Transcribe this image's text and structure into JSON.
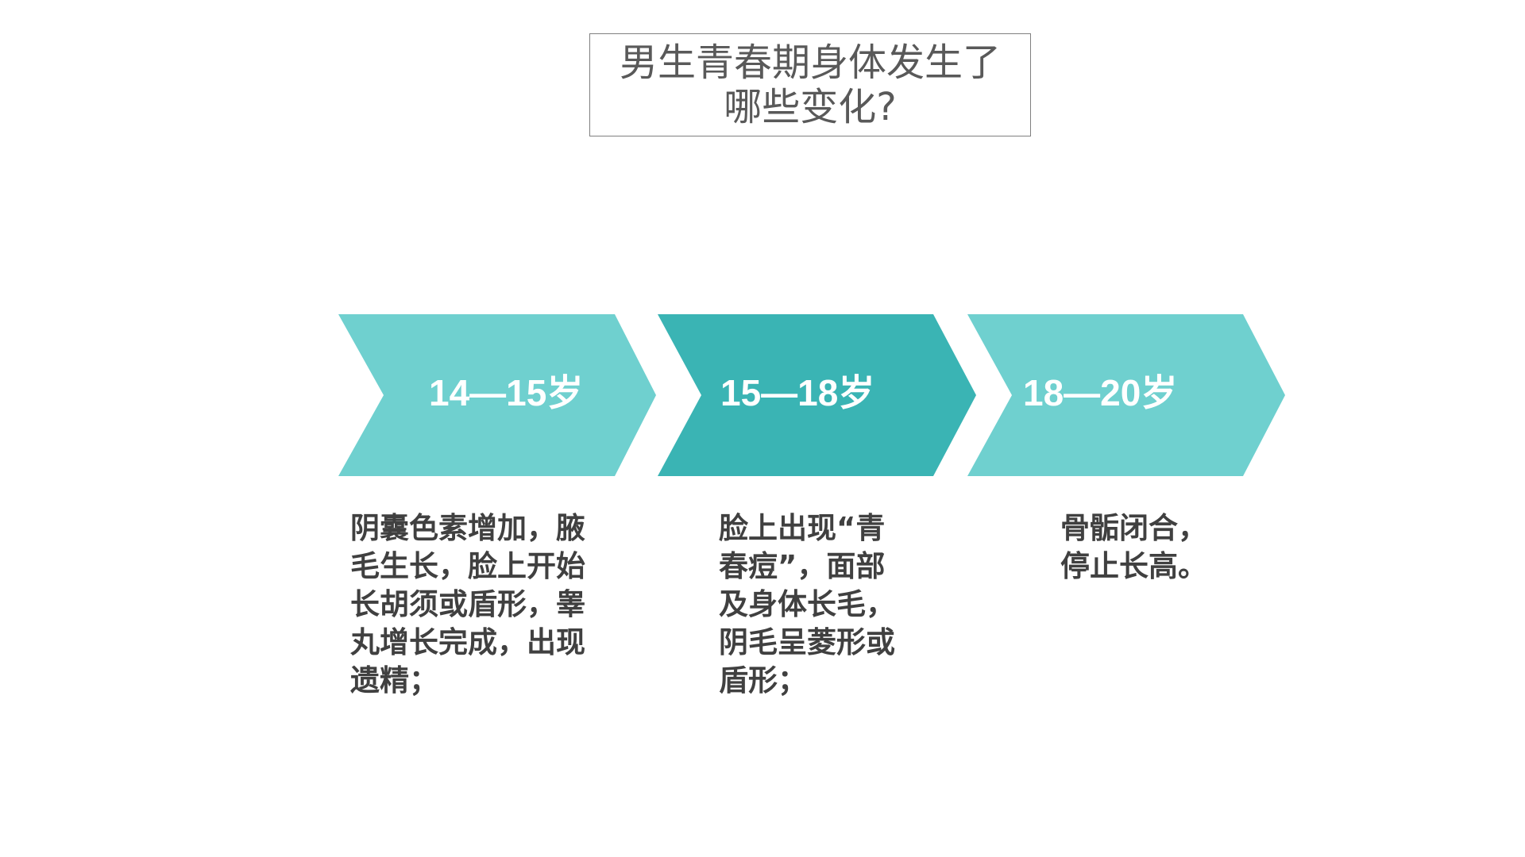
{
  "title": {
    "lines": [
      "男生青春期身体发生了",
      "哪些变化?"
    ]
  },
  "colors": {
    "light": "#6fd0cf",
    "dark": "#3ab4b4",
    "text": "#404040"
  },
  "stages": [
    {
      "label": "14—15岁",
      "desc": [
        "阴囊色素增加，腋",
        "毛生长，脸上开始",
        "长胡须或盾形，睾",
        "丸增长完成，出现",
        "遗精；"
      ]
    },
    {
      "label": "15—18岁",
      "desc": [
        "脸上出现“青",
        "春痘”，面部",
        "及身体长毛，",
        "阴毛呈菱形或",
        "盾形；"
      ]
    },
    {
      "label": "18—20岁",
      "desc": [
        "骨骺闭合，",
        "停止长高。"
      ]
    }
  ]
}
